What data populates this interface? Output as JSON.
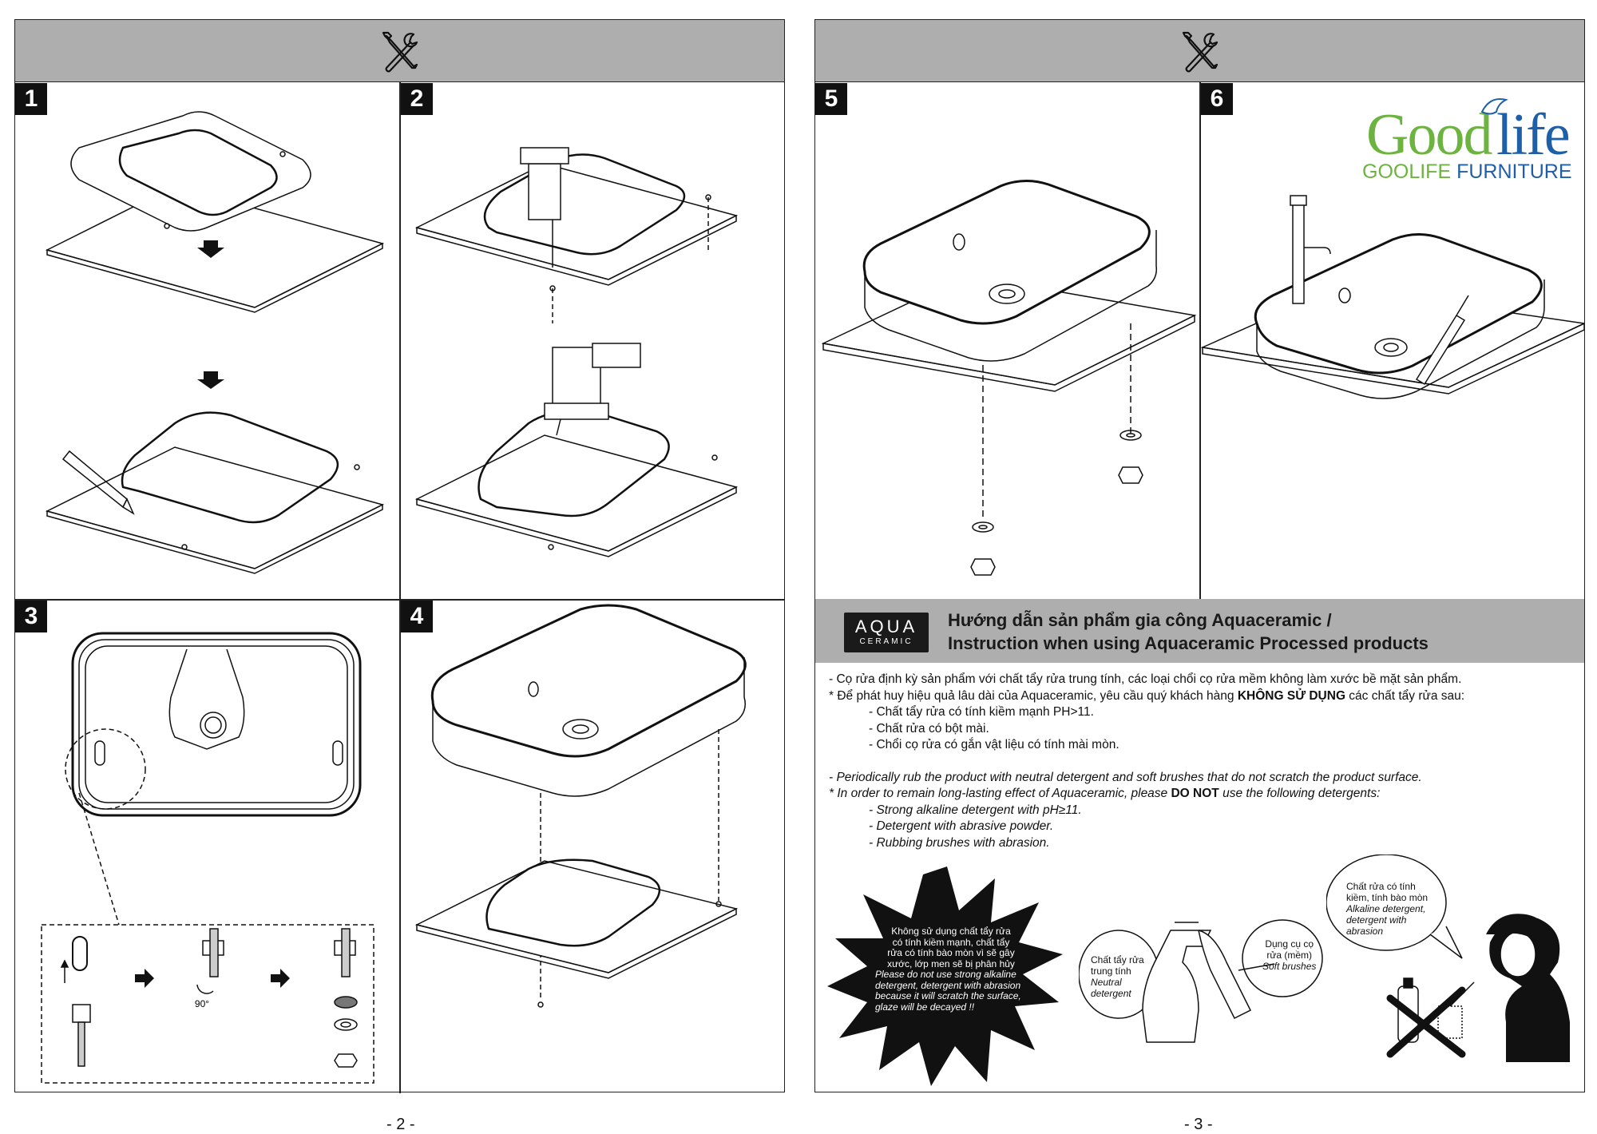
{
  "left_page": {
    "page_number": "- 2 -",
    "steps": [
      {
        "number": "1"
      },
      {
        "number": "2"
      },
      {
        "number": "3",
        "rotation_label": "90°"
      },
      {
        "number": "4"
      }
    ]
  },
  "right_page": {
    "page_number": "- 3 -",
    "steps": [
      {
        "number": "5"
      },
      {
        "number": "6"
      }
    ],
    "brand": {
      "logo_text": "Goodlife",
      "logo_subtitle_a": "GOOLIFE",
      "logo_subtitle_b": "FURNITURE",
      "green": "#6db33f",
      "blue": "#1f5fa8"
    },
    "aqua_logo": {
      "line1": "AQUA",
      "line2": "CERAMIC"
    },
    "instruction_title": {
      "line1": "Hướng dẫn sản phẩm gia công Aquaceramic /",
      "line2": "Instruction when using Aquaceramic Processed products"
    },
    "vietnamese": {
      "line1": "- Cọ rửa định kỳ sản phẩm với chất tẩy rửa trung tính, các loại chổi cọ rửa mềm không làm xước bề mặt sản phẩm.",
      "line2_pre": "* Để phát huy hiệu quả lâu dài của Aquaceramic, yêu cầu quý khách hàng ",
      "line2_bold": "KHÔNG SỬ DỤNG",
      "line2_post": " các chất tẩy rửa sau:",
      "items": [
        "- Chất tẩy rửa có tính kiềm mạnh PH>11.",
        "- Chất rửa có bột mài.",
        "- Chổi cọ rửa có gắn vật liệu có tính mài mòn."
      ]
    },
    "english": {
      "line1": "- Periodically rub the product with neutral detergent and soft brushes that do not scratch the product surface.",
      "line2_pre": "* In order to remain long-lasting effect of Aquaceramic, please ",
      "line2_bold": "DO NOT",
      "line2_post": " use the following detergents:",
      "items": [
        "- Strong alkaline detergent with pH≥11.",
        "- Detergent with abrasive powder.",
        "- Rubbing brushes with abrasion."
      ]
    },
    "warning_burst": {
      "vi_lines": [
        "Không sử dụng chất tẩy rửa",
        "có tính kiềm mạnh, chất tẩy",
        "rửa có tính bào mòn vì sẽ gây",
        "xước, lớp men sẽ bị phân hủy"
      ],
      "en_lines": [
        "Please do not use strong alkaline",
        "detergent, detergent with abrasion",
        "because it will scratch the surface,",
        "glaze will be decayed !!"
      ]
    },
    "neutral_bubble": {
      "vi_lines": [
        "Chất tẩy rửa",
        "trung tính"
      ],
      "en_lines": [
        "Neutral",
        "detergent"
      ]
    },
    "brush_bubble": {
      "vi_lines": [
        "Dụng cụ cọ",
        "rửa (mềm)"
      ],
      "en_lines": [
        "Soft brushes"
      ]
    },
    "alkaline_bubble": {
      "vi_lines": [
        "Chất rửa có tính",
        "kiềm, tính bào mòn"
      ],
      "en_lines": [
        "Alkaline detergent,",
        "detergent with",
        "abrasion"
      ]
    }
  }
}
